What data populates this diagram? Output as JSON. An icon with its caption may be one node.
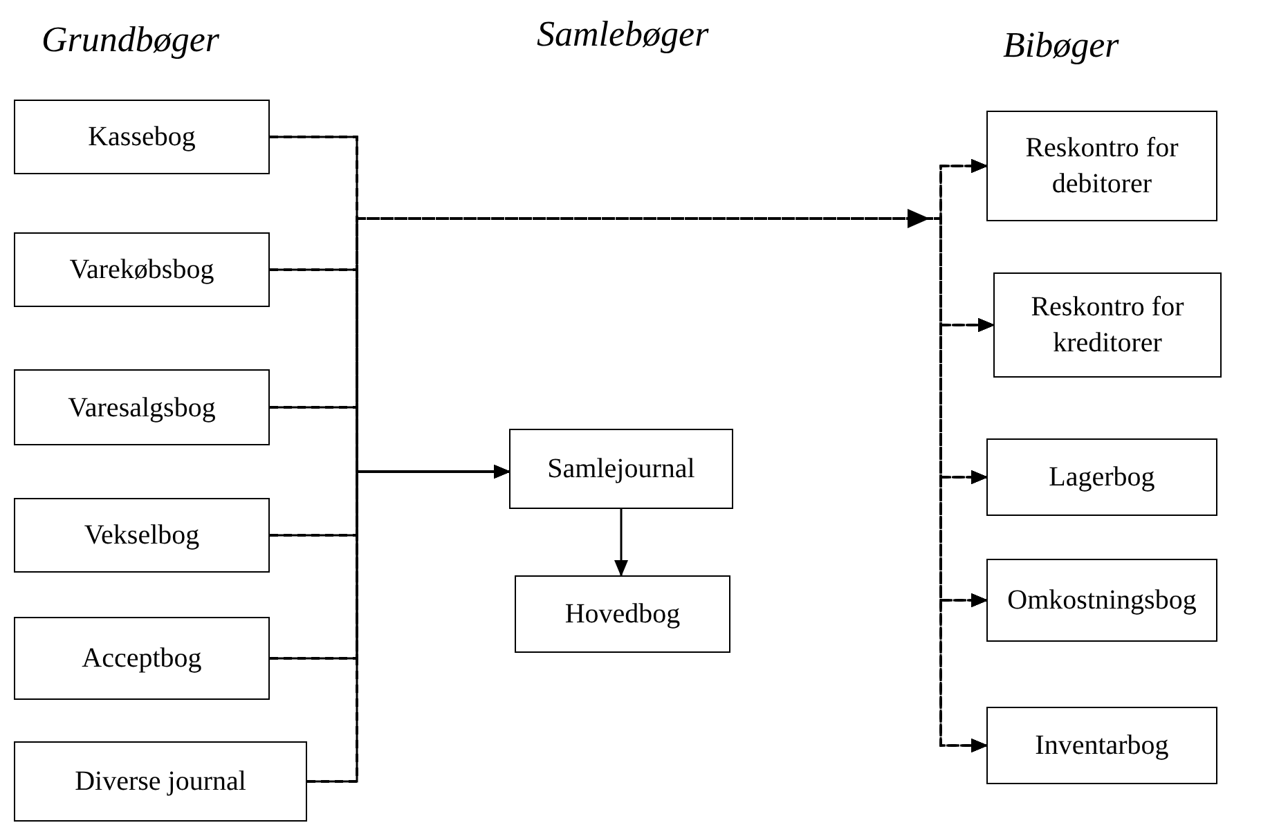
{
  "diagram": {
    "nodes": [
      {
        "text": [
          "Kassebog"
        ]
      },
      {
        "text": [
          "Varekøbsbog"
        ]
      },
      {
        "text": [
          "Varesalgsbog"
        ]
      },
      {
        "text": [
          "Vekselbog"
        ]
      },
      {
        "text": [
          "Acceptbog"
        ]
      },
      {
        "text": [
          "Diverse journal"
        ]
      },
      {
        "text": [
          "Samlejournal"
        ]
      },
      {
        "text": [
          "Hovedbog"
        ]
      },
      {
        "text": [
          "Reskontro for debitorer"
        ]
      },
      {
        "text": [
          "Reskontro for kreditorer"
        ]
      },
      {
        "text": [
          "Lagerbog"
        ]
      },
      {
        "text": [
          "Omkostningsbog"
        ]
      },
      {
        "text": [
          "Inventarbog"
        ]
      }
    ],
    "edges": [
      {
        "from": 0,
        "to": 6,
        "arrow": "to"
      },
      {
        "from": 1,
        "to": 6,
        "arrow": "to"
      },
      {
        "from": 2,
        "to": 6,
        "arrow": "to"
      },
      {
        "from": 3,
        "to": 6,
        "arrow": "to"
      },
      {
        "from": 4,
        "to": 6,
        "arrow": "to"
      },
      {
        "from": 5,
        "to": 6,
        "arrow": "to"
      },
      {
        "from": 6,
        "to": 7,
        "arrow": "to"
      },
      {
        "from": 0,
        "to": 8,
        "arrow": "to",
        "style": "dashed"
      },
      {
        "from": 0,
        "to": 9,
        "arrow": "to",
        "style": "dashed"
      },
      {
        "from": 0,
        "to": 10,
        "arrow": "to",
        "style": "dashed"
      },
      {
        "from": 0,
        "to": 11,
        "arrow": "to",
        "style": "dashed"
      },
      {
        "from": 0,
        "to": 12,
        "arrow": "to",
        "style": "dashed"
      },
      {
        "from": 1,
        "to": 8,
        "arrow": "to",
        "style": "dashed"
      },
      {
        "from": 1,
        "to": 9,
        "arrow": "to",
        "style": "dashed"
      },
      {
        "from": 1,
        "to": 10,
        "arrow": "to",
        "style": "dashed"
      },
      {
        "from": 1,
        "to": 11,
        "arrow": "to",
        "style": "dashed"
      },
      {
        "from": 1,
        "to": 12,
        "arrow": "to",
        "style": "dashed"
      },
      {
        "from": 2,
        "to": 8,
        "arrow": "to",
        "style": "dashed"
      },
      {
        "from": 2,
        "to": 9,
        "arrow": "to",
        "style": "dashed"
      },
      {
        "from": 2,
        "to": 10,
        "arrow": "to",
        "style": "dashed"
      },
      {
        "from": 2,
        "to": 11,
        "arrow": "to",
        "style": "dashed"
      },
      {
        "from": 2,
        "to": 12,
        "arrow": "to",
        "style": "dashed"
      },
      {
        "from": 3,
        "to": 8,
        "arrow": "to",
        "style": "dashed"
      },
      {
        "from": 3,
        "to": 9,
        "arrow": "to",
        "style": "dashed"
      },
      {
        "from": 3,
        "to": 10,
        "arrow": "to",
        "style": "dashed"
      },
      {
        "from": 3,
        "to": 11,
        "arrow": "to",
        "style": "dashed"
      },
      {
        "from": 3,
        "to": 12,
        "arrow": "to",
        "style": "dashed"
      },
      {
        "from": 4,
        "to": 8,
        "arrow": "to",
        "style": "dashed"
      },
      {
        "from": 4,
        "to": 9,
        "arrow": "to",
        "style": "dashed"
      },
      {
        "from": 4,
        "to": 10,
        "arrow": "to",
        "style": "dashed"
      },
      {
        "from": 4,
        "to": 11,
        "arrow": "to",
        "style": "dashed"
      },
      {
        "from": 4,
        "to": 12,
        "arrow": "to",
        "style": "dashed"
      },
      {
        "from": 5,
        "to": 8,
        "arrow": "to",
        "style": "dashed"
      },
      {
        "from": 5,
        "to": 9,
        "arrow": "to",
        "style": "dashed"
      },
      {
        "from": 5,
        "to": 10,
        "arrow": "to",
        "style": "dashed"
      },
      {
        "from": 5,
        "to": 11,
        "arrow": "to",
        "style": "dashed"
      },
      {
        "from": 5,
        "to": 12,
        "arrow": "to",
        "style": "dashed"
      }
    ],
    "labels": [
      "Grundbøger",
      "Samlebøger",
      "Bibøger"
    ]
  }
}
